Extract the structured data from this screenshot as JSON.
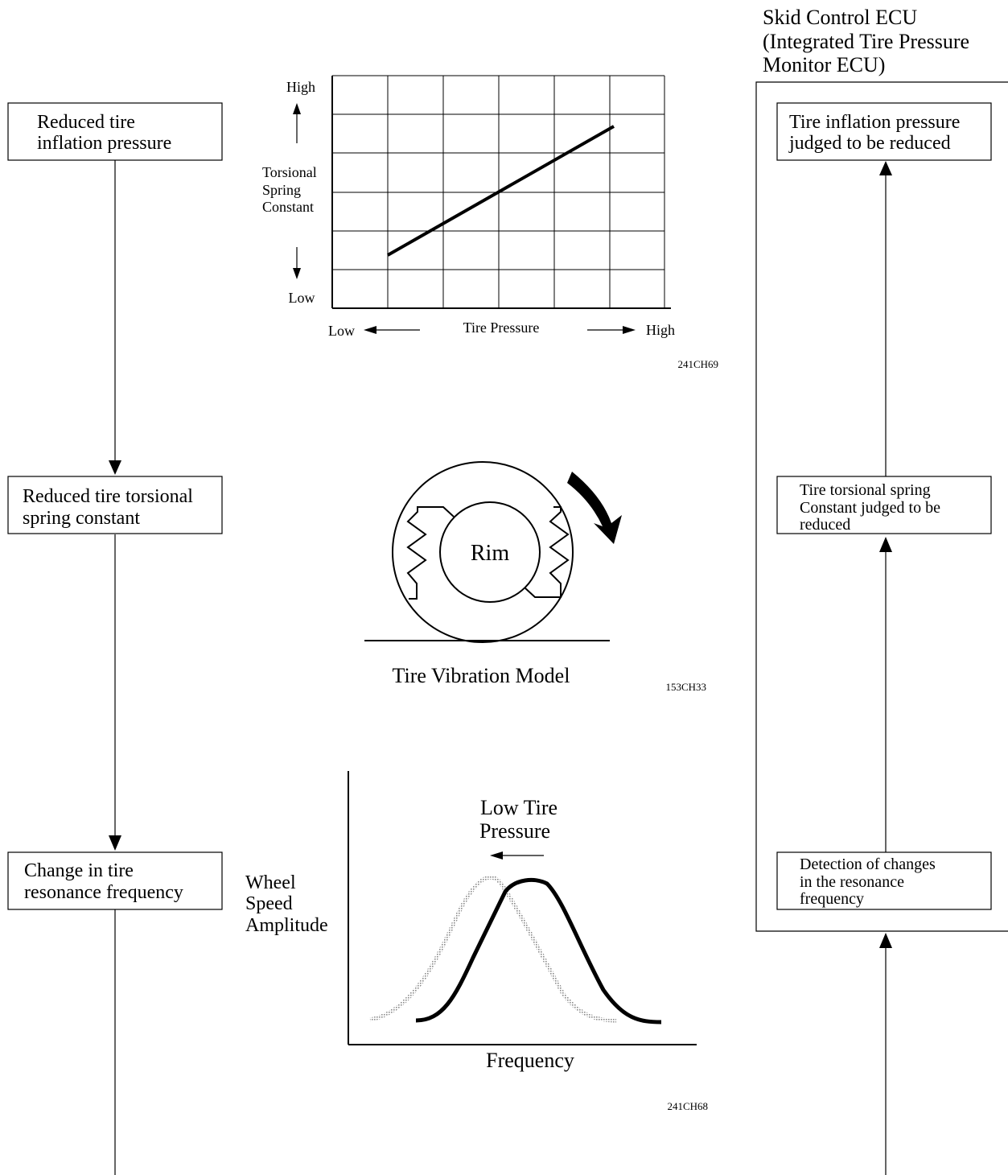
{
  "left_flow": {
    "box1": [
      "Reduced tire",
      "inflation pressure"
    ],
    "box2": [
      "Reduced tire torsional",
      "spring constant"
    ],
    "box3": [
      "Change in tire",
      "resonance frequency"
    ]
  },
  "ecu": {
    "title": [
      "Skid Control ECU",
      "(Integrated Tire Pressure",
      "Monitor ECU)"
    ],
    "box_top": [
      "Tire inflation pressure",
      "judged to be reduced"
    ],
    "box_mid": [
      "Tire torsional spring",
      "Constant judged to be",
      "reduced"
    ],
    "box_bottom": [
      "Detection of changes",
      "in the resonance",
      "frequency"
    ]
  },
  "graph1": {
    "y_high": "High",
    "y_low": "Low",
    "y_label": [
      "Torsional",
      "Spring",
      "Constant"
    ],
    "x_low": "Low",
    "x_label": "Tire Pressure",
    "x_high": "High",
    "code": "241CH69"
  },
  "tire_model": {
    "rim_label": "Rim",
    "caption": "Tire Vibration Model",
    "code": "153CH33"
  },
  "graph2": {
    "annotation": [
      "Low Tire",
      "Pressure"
    ],
    "y_label": [
      "Wheel",
      "Speed",
      "Amplitude"
    ],
    "x_label": "Frequency",
    "code": "241CH68"
  },
  "colors": {
    "line": "#000000",
    "shifted_curve": "#9a9a9a",
    "background": "#ffffff"
  }
}
